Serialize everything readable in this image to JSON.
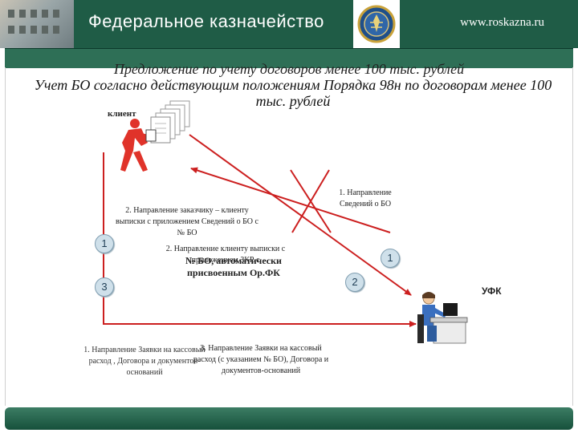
{
  "header": {
    "title": "Федеральное казначейство",
    "url": "www.roskazna.ru"
  },
  "slide": {
    "title_back": "Предложение по учету договоров менее 100 тыс. рублей",
    "title_front": "Учет БО согласно действующим положениям Порядка 98н по договорам менее 100 тыс. рублей"
  },
  "actors": {
    "client": "клиент",
    "ufk": "УФК"
  },
  "steps": {
    "step1_right": "1. Направление Сведений о БО",
    "step2_left": "2. Направление заказчику – клиенту выписки с приложением Сведений о БО с № БО",
    "step2_center_regular": "2. Направление клиенту выписки с приложением ЗКР с",
    "step2_center_bold": "№ БО, автоматически присвоенным Ор.ФК",
    "bottom_back": "1. Направление Заявки на кассовый расход , Договора и документов-оснований",
    "bottom_front": "3. Направление Заявки на кассовый расход (с указанием № БО), Договора и документов-оснований"
  },
  "markers": [
    "1",
    "3",
    "2",
    "1"
  ],
  "colors": {
    "brand_green": "#1f5c46",
    "arrow_red": "#cc1f1f",
    "person_red": "#e0332a",
    "person_blue": "#3a6fbf"
  }
}
